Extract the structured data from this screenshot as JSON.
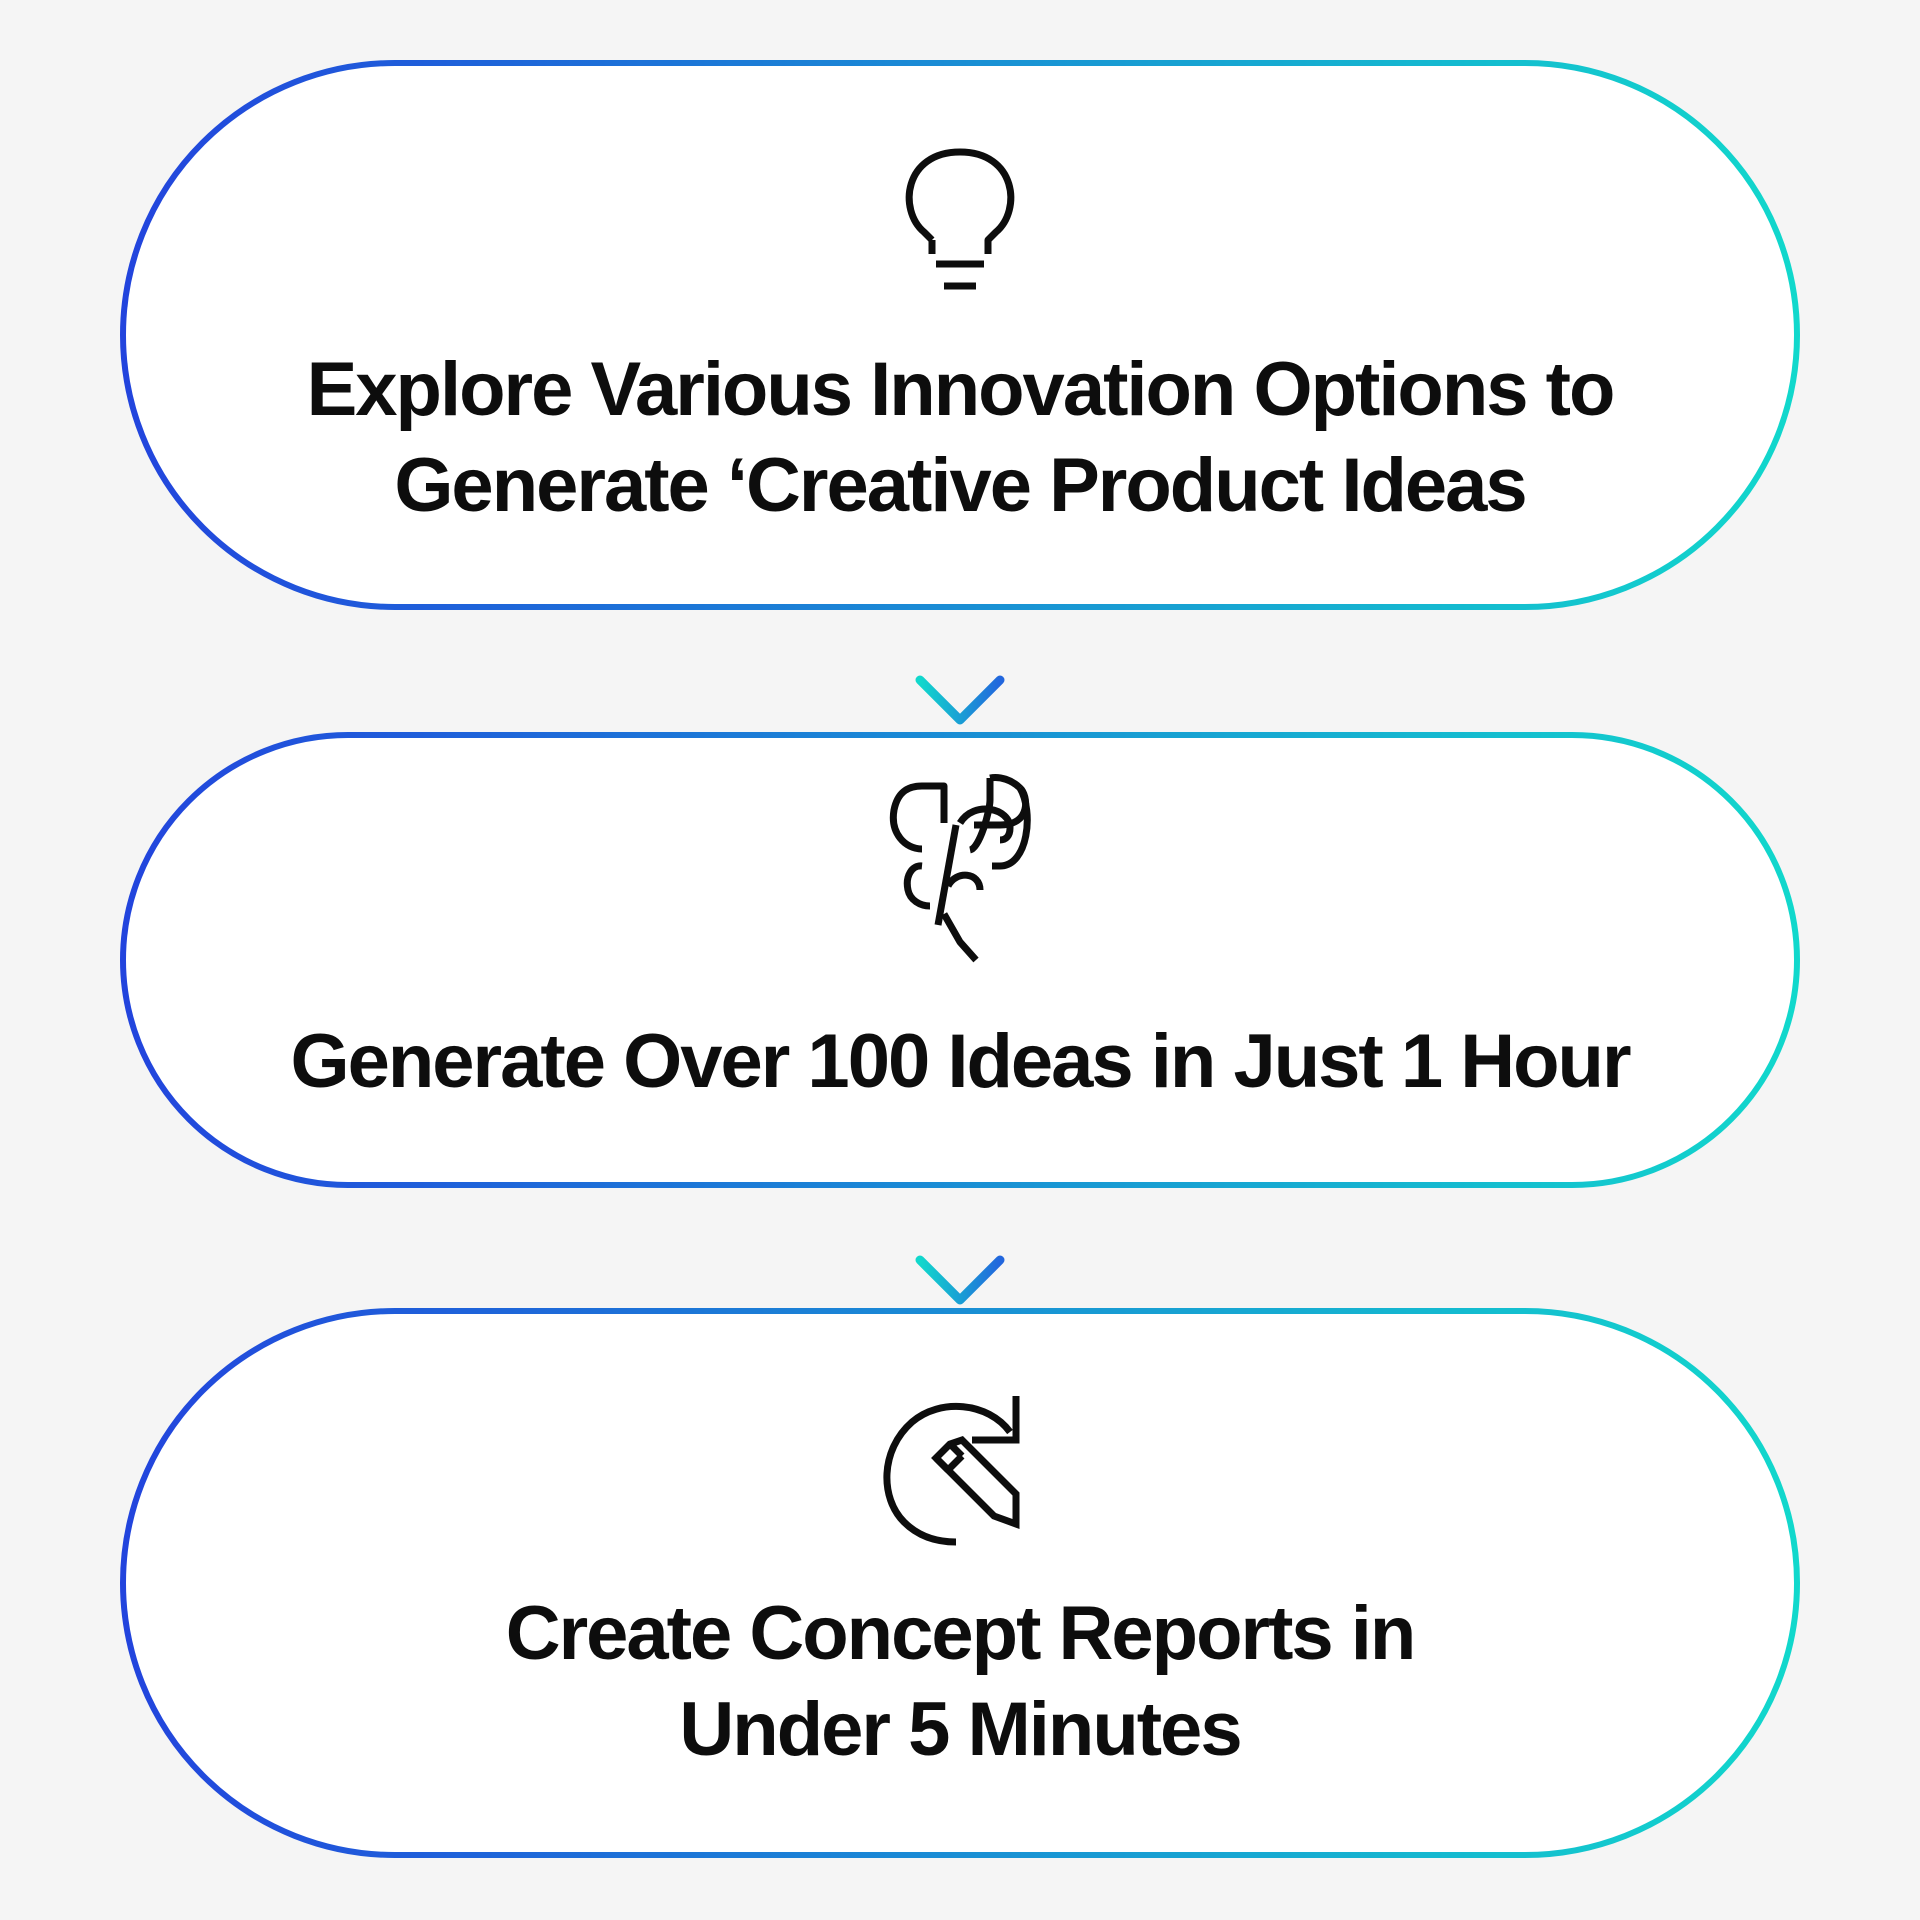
{
  "colors": {
    "background": "#f5f5f5",
    "gradient_start": "#2244dd",
    "gradient_end": "#11d8cc",
    "pill_fill": "#ffffff",
    "text": "#0d0d0d",
    "icon": "#0d0d0d"
  },
  "steps": [
    {
      "icon": "lightbulb-icon",
      "lines": [
        "Explore Various Innovation Options to",
        "Generate ‘Creative Product Ideas"
      ]
    },
    {
      "icon": "brain-icon",
      "lines": [
        "Generate Over 100 Ideas in Just 1 Hour"
      ]
    },
    {
      "icon": "pencil-refresh-icon",
      "lines": [
        "Create Concept Reports in",
        "Under 5 Minutes"
      ]
    }
  ]
}
